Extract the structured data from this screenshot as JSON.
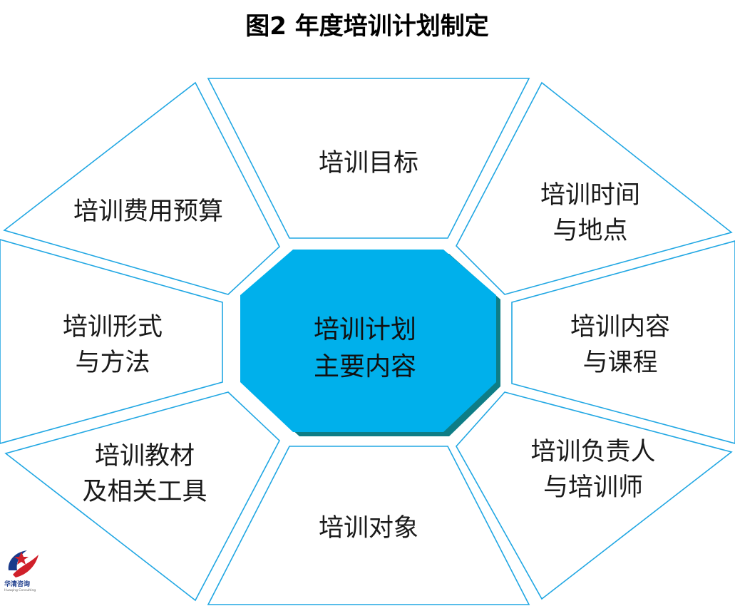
{
  "title": "图2  年度培训计划制定",
  "center": {
    "lines": [
      "培训计划",
      "主要内容"
    ]
  },
  "segments": {
    "top": {
      "lines": [
        "培训目标"
      ]
    },
    "top_right": {
      "lines": [
        "培训时间",
        "与地点"
      ]
    },
    "right": {
      "lines": [
        "培训内容",
        "与课程"
      ]
    },
    "bottom_right": {
      "lines": [
        "培训负责人",
        "与培训师"
      ]
    },
    "bottom": {
      "lines": [
        "培训对象"
      ]
    },
    "bottom_left": {
      "lines": [
        "培训教材",
        "及相关工具"
      ]
    },
    "left": {
      "lines": [
        "培训形式",
        "与方法"
      ]
    },
    "top_left": {
      "lines": [
        "培训费用预算"
      ]
    }
  },
  "logo": {
    "name": "华清咨询",
    "sub": "Huaqing Consulting"
  },
  "colors": {
    "center_fill": "#00b0eb",
    "center_shadow": "#0e7d86",
    "segment_border": "#21a7e3",
    "segment_fill": "#ffffff",
    "logo_red": "#d0202a",
    "logo_blue": "#1a3a8a"
  }
}
